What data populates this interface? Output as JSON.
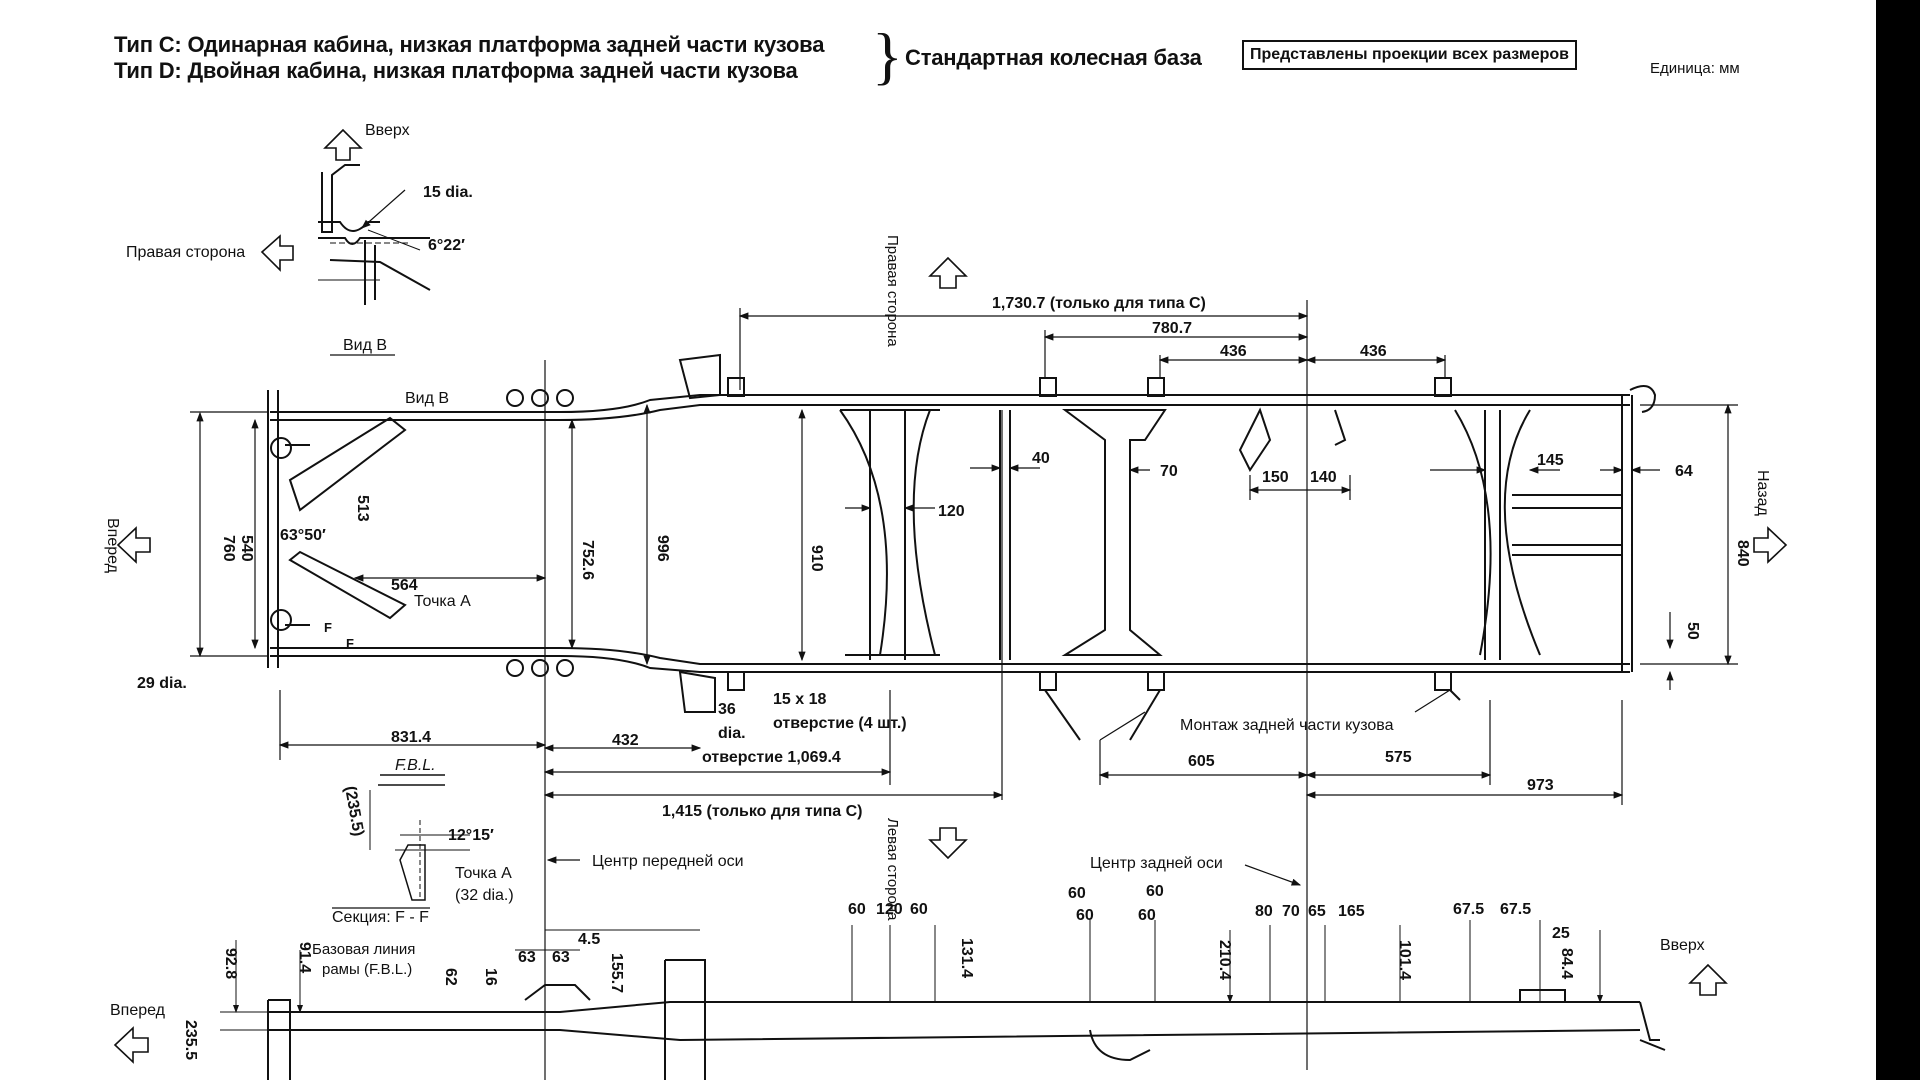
{
  "header": {
    "type_c": "Тип C:  Одинарная кабина, низкая платформа задней части кузова",
    "type_d": "Тип D:  Двойная кабина, низкая платформа задней части кузова",
    "wheelbase": "Стандартная колесная база",
    "all_projections": "Представлены проекции всех размеров",
    "unit": "Единица: мм"
  },
  "directions": {
    "up": "Вверх",
    "right_side_view_b": "Правая сторона",
    "right_side_top": "Правая сторона",
    "left_side": "Левая сторона",
    "forward": "Вперед",
    "rear": "Назад",
    "up2": "Вверх",
    "forward2": "Вперед"
  },
  "view_b": {
    "title": "Вид B",
    "hole": "15 dia.",
    "angle": "6°22′",
    "arrow_label": "Вид B"
  },
  "section_ff": {
    "title": "Секция:  F - F",
    "fbl": "F.B.L.",
    "dim": "(235.5)",
    "angle": "12°15′",
    "point": "Точка A",
    "point_dia": "(32 dia.)"
  },
  "top_dims": {
    "d1730": "1,730.7 (только для типа C)",
    "d780": "780.7",
    "d436a": "436",
    "d436b": "436",
    "d40": "40",
    "d70": "70",
    "d120": "120",
    "d150": "150",
    "d140": "140",
    "d145": "145",
    "d64": "64",
    "d760": "760",
    "d540": "540",
    "d513": "513",
    "angle": "63°50′",
    "d564": "564",
    "point_a": "Точка A",
    "f1": "F",
    "f2": "F",
    "d752": "752.6",
    "d996": "996",
    "d910": "910",
    "d840": "840",
    "d50": "50",
    "d29": "29 dia.",
    "d36": "36",
    "dia": "dia.",
    "hole15x18": "15 x 18",
    "holes4": "отверстие (4 шт.)",
    "hole1069": "отверстие 1,069.4",
    "d831": "831.4",
    "d432": "432",
    "d1415": "1,415 (только для типа C)",
    "rear_body": "Монтаж задней части кузова",
    "d605": "605",
    "d575": "575",
    "d973": "973",
    "front_axle": "Центр передней оси",
    "rear_axle": "Центр задней оси"
  },
  "side_dims": {
    "d60_120_60": [
      "60",
      "120",
      "60"
    ],
    "d60a": "60",
    "d60b": "60",
    "d60c": "60",
    "d60d": "60",
    "seq": [
      "80",
      "70",
      "65",
      "165"
    ],
    "d675a": "67.5",
    "d675b": "67.5",
    "d25": "25",
    "d45": "4.5",
    "d63a": "63",
    "d63b": "63",
    "d155": "155.7",
    "d131": "131.4",
    "d210": "210.4",
    "d101": "101.4",
    "d84": "84.4",
    "d928": "92.8",
    "d914": "91.4",
    "d62": "62",
    "d16": "16",
    "d2355": "235.5",
    "fbl_label1": "Базовая линия",
    "fbl_label2": "рамы (F.B.L.)"
  }
}
